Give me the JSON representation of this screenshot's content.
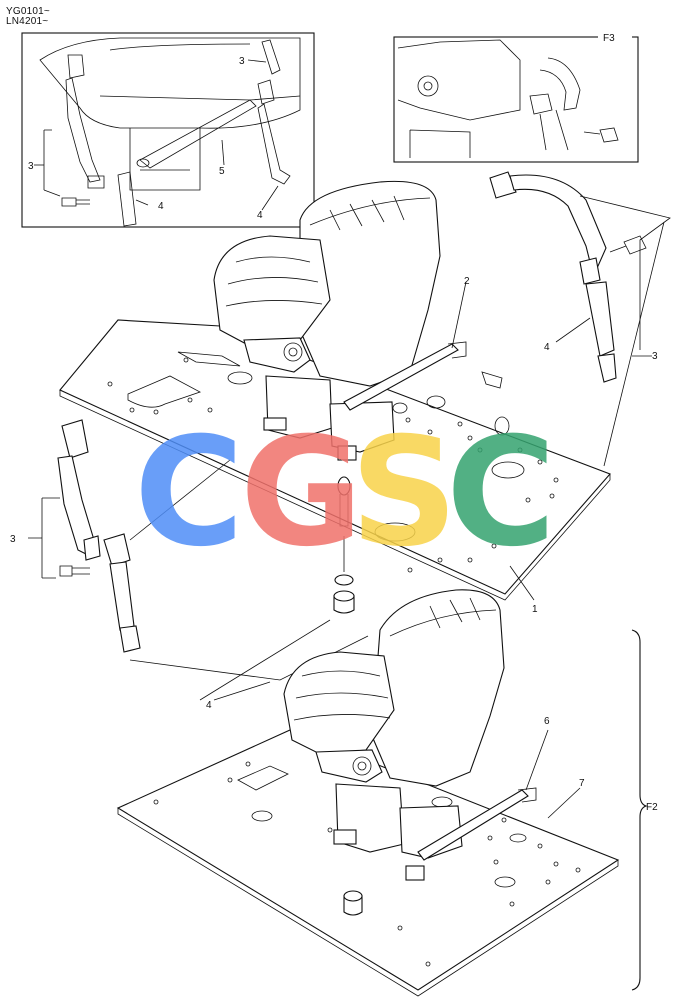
{
  "header": {
    "serial_line_1": "YG0101~",
    "serial_line_2": "LN4201~"
  },
  "callouts": {
    "c1": "1",
    "c2": "2",
    "c3": "3",
    "c4": "4",
    "c5": "5",
    "c6": "6",
    "c7": "7",
    "f2": "F2",
    "f3": "F3"
  },
  "watermark": {
    "letters": [
      "C",
      "G",
      "S",
      "C"
    ],
    "colors": [
      "#4f8ef7",
      "#f0716b",
      "#f8d34a",
      "#35a36f"
    ]
  }
}
